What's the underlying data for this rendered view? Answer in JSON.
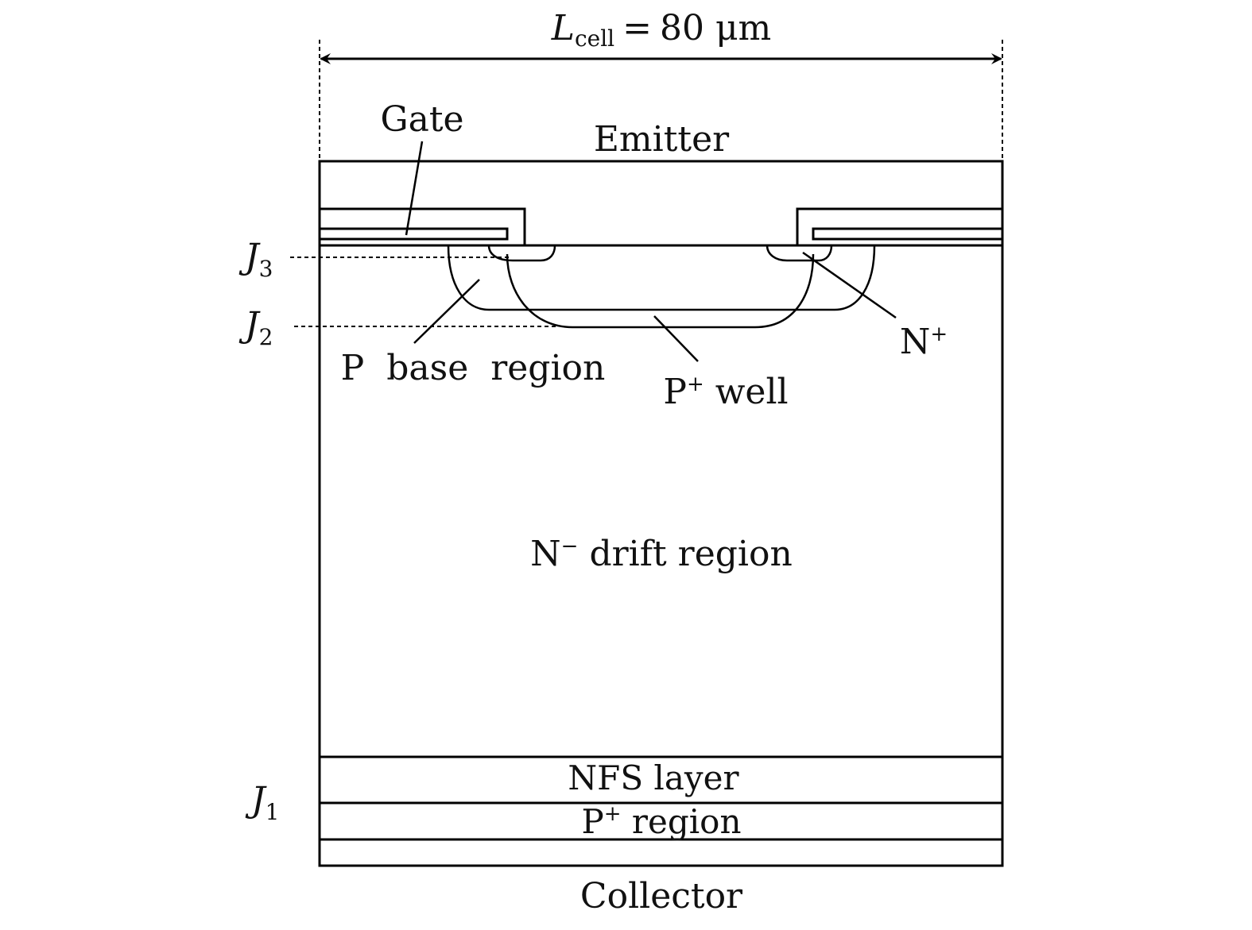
{
  "diagram": {
    "type": "IGBT cell cross-section",
    "dimension": {
      "symbol": "L",
      "subscript": "cell",
      "equals": "=",
      "value": "80 μm"
    },
    "labels": {
      "gate": "Gate",
      "emitter": "Emitter",
      "p_base": "P  base  region",
      "p_well_main": "P",
      "p_well_sup": "+",
      "p_well_tail": " well",
      "n_plus_main": "N",
      "n_plus_sup": "+",
      "drift_main": "N",
      "drift_sup": "−",
      "drift_tail": " drift region",
      "nfs": "NFS layer",
      "p_region_main": "P",
      "p_region_sup": "+",
      "p_region_tail": " region",
      "collector": "Collector"
    },
    "junctions": {
      "j3": {
        "letter": "J",
        "index": "3"
      },
      "j2": {
        "letter": "J",
        "index": "2"
      },
      "j1": {
        "letter": "J",
        "index": "1"
      }
    }
  }
}
